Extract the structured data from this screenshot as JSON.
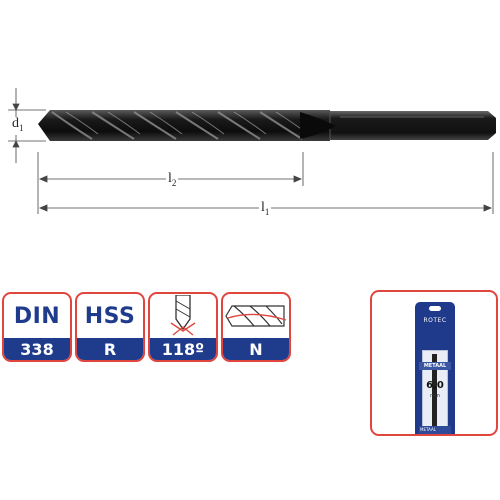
{
  "dimensions": {
    "d1": {
      "letter": "d",
      "sub": "1"
    },
    "l2": {
      "letter": "l",
      "sub": "2"
    },
    "l1": {
      "letter": "l",
      "sub": "1"
    }
  },
  "badges": [
    {
      "id": "din",
      "top": "DIN",
      "bottom": "338"
    },
    {
      "id": "hss",
      "top": "HSS",
      "bottom": "R"
    },
    {
      "id": "angle",
      "icon": "drill-point-angle-icon",
      "bottom": "118º"
    },
    {
      "id": "type",
      "icon": "drill-flute-type-icon",
      "bottom": "N"
    }
  ],
  "package": {
    "brand": "ROTEC",
    "material": "METAAL",
    "size": "6,0",
    "unit": "mm",
    "bottom_text": "METAAL"
  },
  "colors": {
    "badge_border": "#e0463e",
    "badge_blue": "#1f3b8c",
    "package_blue": "#1f3a8a",
    "drill": "#1a1a1a"
  }
}
